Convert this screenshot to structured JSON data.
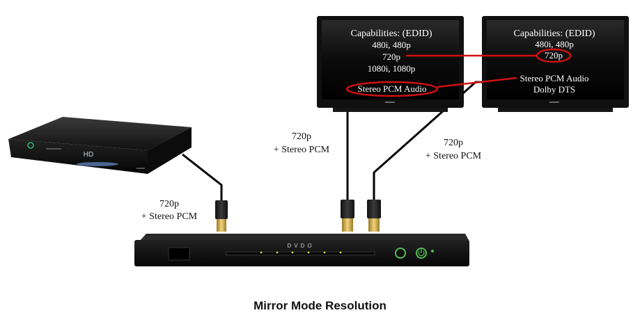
{
  "caption": "Mirror Mode Resolution",
  "colors": {
    "highlight": "#d01010",
    "led": "#c8d84a",
    "power_green": "#4fbf4f"
  },
  "monitor_left": {
    "heading": "Capabilities: (EDID)",
    "lines": [
      "480i, 480p",
      "720p",
      "1080i, 1080p"
    ],
    "audio": "Stereo PCM Audio"
  },
  "monitor_right": {
    "heading": "Capabilities: (EDID)",
    "lines": [
      "480i, 480p",
      "720p"
    ],
    "audio_lines": [
      "Stereo PCM Audio",
      "Dolby DTS"
    ]
  },
  "labels": {
    "source": [
      "720p",
      "+ Stereo PCM"
    ],
    "left_output": [
      "720p",
      "+ Stereo PCM"
    ],
    "right_output": [
      "720p",
      "+ Stereo PCM"
    ]
  },
  "devices": {
    "splitter_brand": "DVDO",
    "player_badge": "HD"
  }
}
